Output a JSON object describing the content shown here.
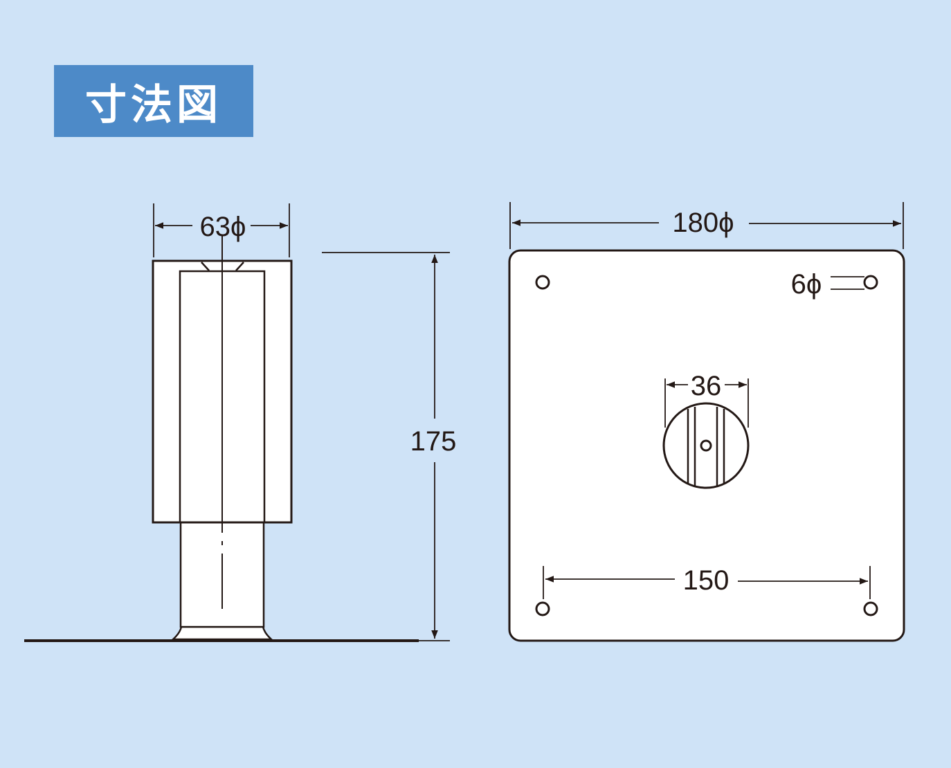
{
  "title": "寸法図",
  "side_view": {
    "diameter_label": "63ϕ",
    "height_label": "175"
  },
  "plan_view": {
    "width_label": "180ϕ",
    "hole_label": "6ϕ",
    "center_label": "36",
    "hole_spacing_label": "150"
  },
  "colors": {
    "background": "#cfe3f7",
    "title_bg": "#4d8ac8",
    "title_text": "#ffffff",
    "line": "#231815",
    "part_fill": "#ffffff"
  }
}
